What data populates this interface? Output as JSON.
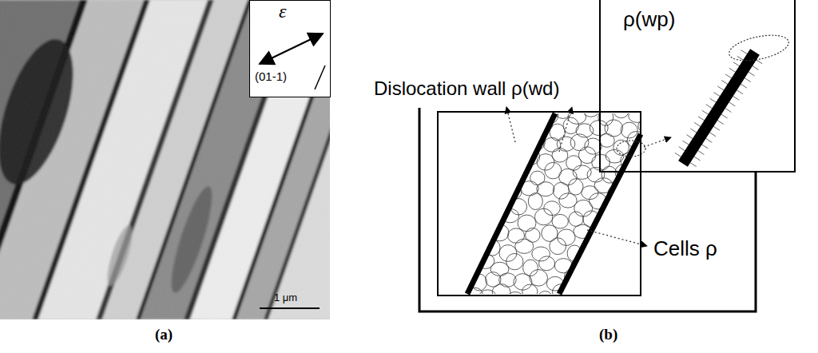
{
  "diagram": {
    "nodes": [
      {
        "text": [
          "ε",
          "(01-1)"
        ]
      },
      {
        "text": [
          "ρ(wp)"
        ]
      }
    ],
    "labels": [
      "1 μm",
      "(a)",
      "Dislocation wall ρ(wd)",
      "Cells ρ",
      "(b)"
    ]
  }
}
